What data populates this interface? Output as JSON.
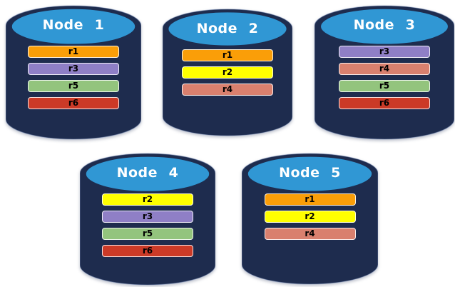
{
  "canvas": {
    "background": "#FFFFFF"
  },
  "palette": {
    "cylinder_body": "#1E2C4E",
    "cylinder_top": "#3097D4",
    "cylinder_edge": "rgba(130,150,190,0.55)",
    "title_color": "#FFFFFF",
    "bar_text_color": "#000000",
    "bar_border": "rgba(255,255,255,0.85)"
  },
  "replica_colors": {
    "r1": "#FA9E08",
    "r2": "#FFFF00",
    "r3": "#8F7FC6",
    "r4": "#D9806E",
    "r5": "#93C47D",
    "r6": "#CB3A27"
  },
  "nodes": [
    {
      "label": "Node 1",
      "replicas": [
        "r1",
        "r3",
        "r5",
        "r6"
      ]
    },
    {
      "label": "Node 2",
      "replicas": [
        "r1",
        "r2",
        "r4"
      ]
    },
    {
      "label": "Node 3",
      "replicas": [
        "r3",
        "r4",
        "r5",
        "r6"
      ]
    },
    {
      "label": "Node 4",
      "replicas": [
        "r2",
        "r3",
        "r5",
        "r6"
      ]
    },
    {
      "label": "Node 5",
      "replicas": [
        "r1",
        "r2",
        "r4"
      ]
    }
  ]
}
